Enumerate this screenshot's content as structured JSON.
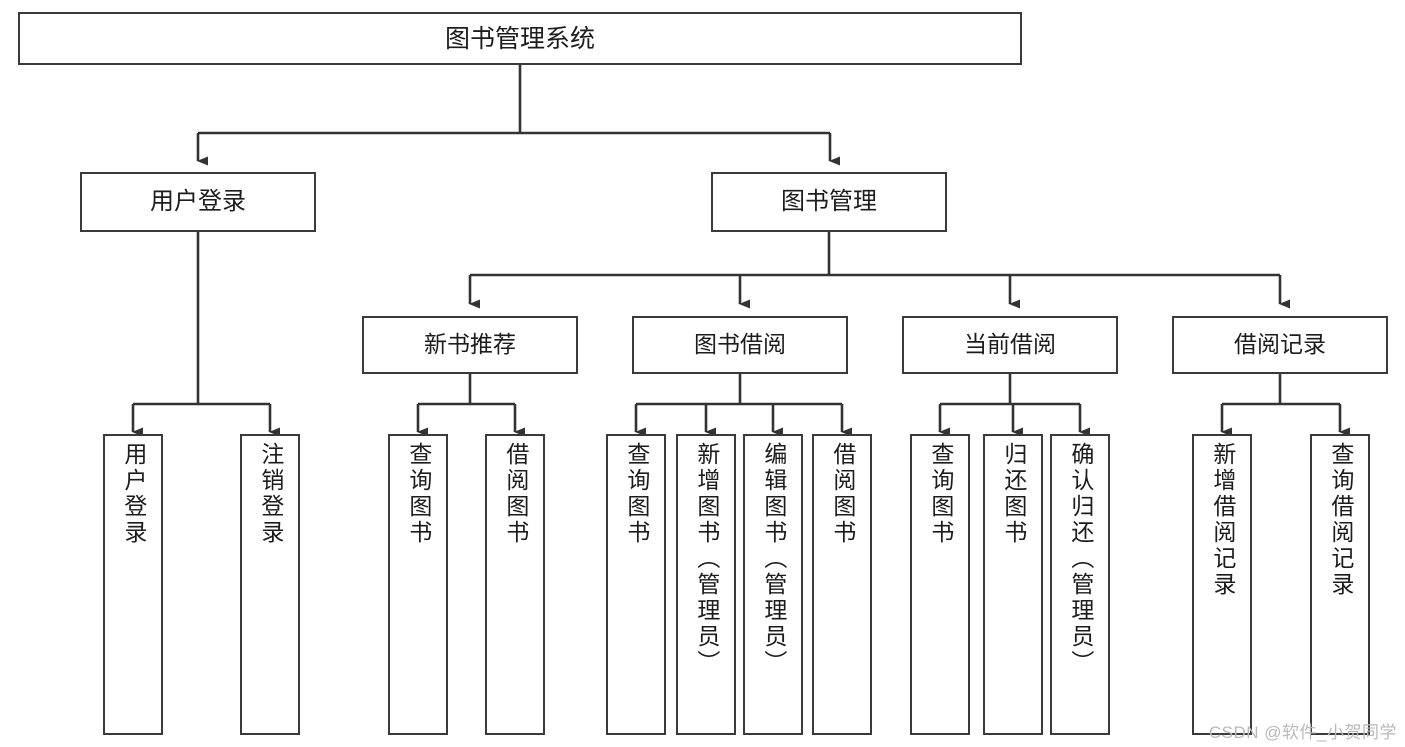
{
  "diagram": {
    "type": "tree",
    "title": "图书管理系统",
    "watermark": "CSDN @软件_小贺同学",
    "style": {
      "box_border_color": "#3a3a3a",
      "box_fill_color": "#ffffff",
      "connector_color": "#333333",
      "text_color": "#1c1c1c",
      "background": "#ffffff"
    },
    "nodes": {
      "root": {
        "label": "图书管理系统",
        "level": 1
      },
      "level2": [
        {
          "id": "user-login",
          "label": "用户登录"
        },
        {
          "id": "book-manage",
          "label": "图书管理"
        }
      ],
      "level3": [
        {
          "id": "new-book-recommend",
          "label": "新书推荐",
          "parent": "book-manage"
        },
        {
          "id": "book-borrow",
          "label": "图书借阅",
          "parent": "book-manage"
        },
        {
          "id": "current-borrow",
          "label": "当前借阅",
          "parent": "book-manage"
        },
        {
          "id": "borrow-record",
          "label": "借阅记录",
          "parent": "book-manage"
        }
      ],
      "leaves": [
        {
          "id": "leaf-user-login",
          "label": "用户登录",
          "parent": "user-login"
        },
        {
          "id": "leaf-logout",
          "label": "注销登录",
          "parent": "user-login"
        },
        {
          "id": "leaf-query-book-1",
          "label": "查询图书",
          "parent": "new-book-recommend"
        },
        {
          "id": "leaf-borrow-book-1",
          "label": "借阅图书",
          "parent": "new-book-recommend"
        },
        {
          "id": "leaf-query-book-2",
          "label": "查询图书",
          "parent": "book-borrow"
        },
        {
          "id": "leaf-add-book",
          "label": "新增图书（管理员）",
          "parent": "book-borrow"
        },
        {
          "id": "leaf-edit-book",
          "label": "编辑图书（管理员）",
          "parent": "book-borrow"
        },
        {
          "id": "leaf-borrow-book-2",
          "label": "借阅图书",
          "parent": "book-borrow"
        },
        {
          "id": "leaf-query-book-3",
          "label": "查询图书",
          "parent": "current-borrow"
        },
        {
          "id": "leaf-return-book",
          "label": "归还图书",
          "parent": "current-borrow"
        },
        {
          "id": "leaf-confirm-return",
          "label": "确认归还（管理员）",
          "parent": "current-borrow"
        },
        {
          "id": "leaf-add-record",
          "label": "新增借阅记录",
          "parent": "borrow-record"
        },
        {
          "id": "leaf-query-record",
          "label": "查询借阅记录",
          "parent": "borrow-record"
        }
      ]
    }
  }
}
